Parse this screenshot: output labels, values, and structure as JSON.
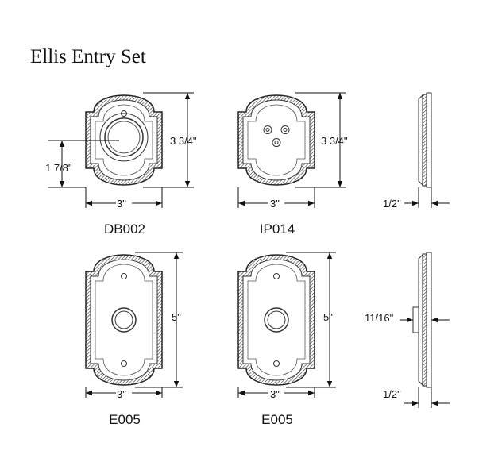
{
  "title": "Ellis Entry Set",
  "products": [
    {
      "name": "DB002",
      "width_label": "3\"",
      "height_label": "3 3/4\"",
      "extra_label": "1 7/8\""
    },
    {
      "name": "IP014",
      "width_label": "3\"",
      "height_label": "3 3/4\""
    },
    {
      "name": "E005",
      "width_label": "3\"",
      "height_label": "5\""
    },
    {
      "name": "E005",
      "width_label": "3\"",
      "height_label": "5\""
    }
  ],
  "side_views": [
    {
      "depth_label": "1/2\""
    },
    {
      "depth_label": "1/2\"",
      "projection_label": "11/16\""
    }
  ]
}
